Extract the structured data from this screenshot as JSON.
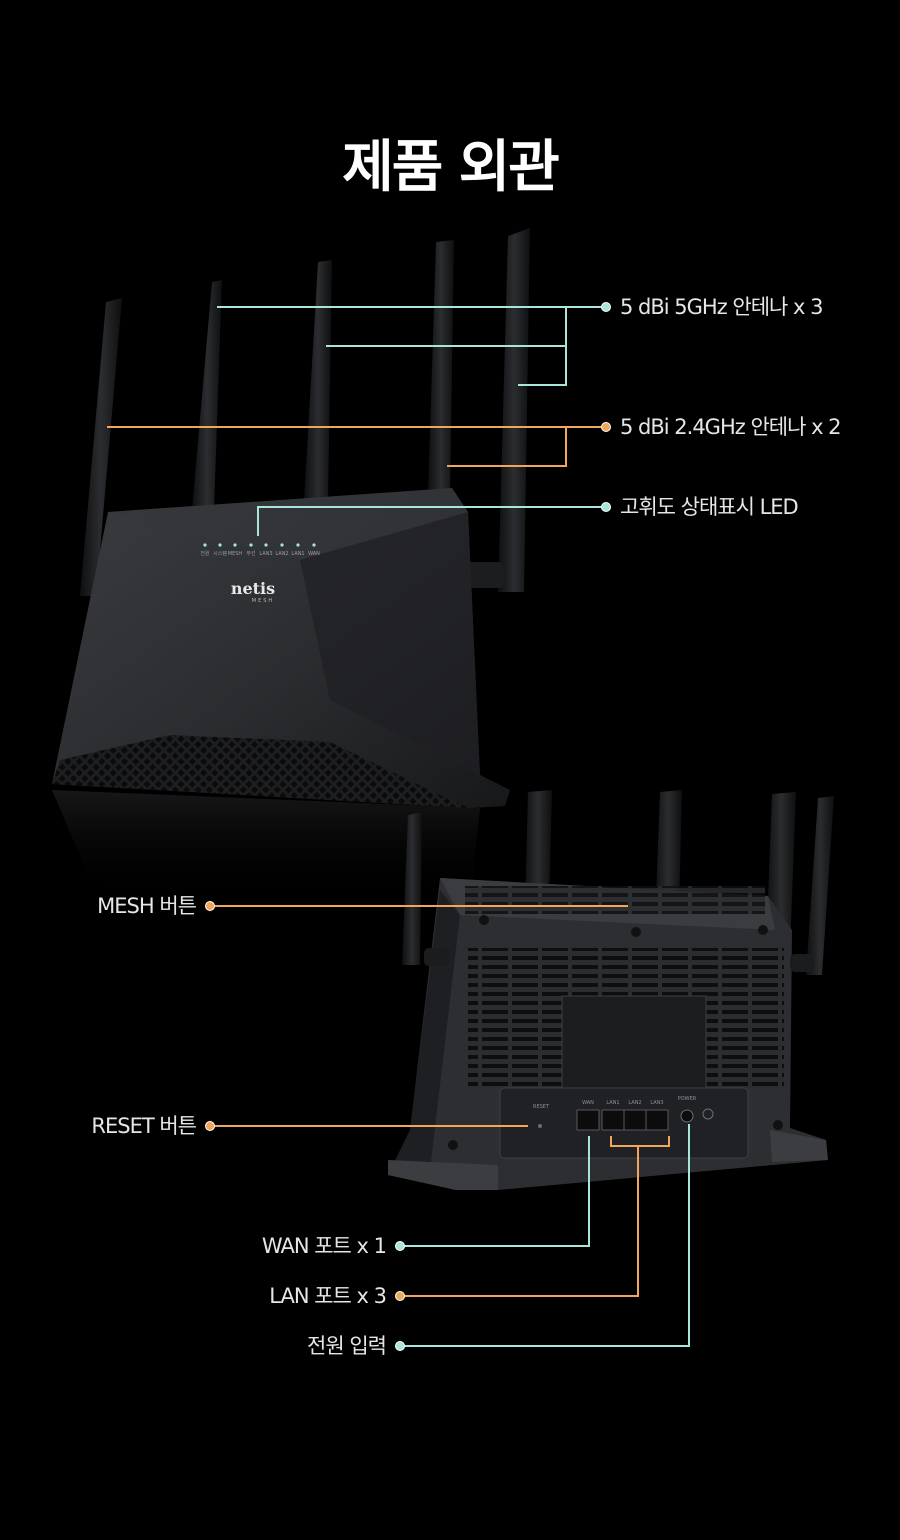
{
  "page_title": "제품 외관",
  "colors": {
    "background": "#000000",
    "callout_mint": "#a8e6dc",
    "callout_orange": "#f2a65a",
    "router_body": "#2a2c2f"
  },
  "front_router": {
    "led_labels": [
      "전원",
      "시스템",
      "MESH",
      "무선",
      "LAN3",
      "LAN2",
      "LAN1",
      "WAN"
    ],
    "brand": "netis",
    "brand_sub": "MESH"
  },
  "back_router": {
    "port_labels": [
      "WAN",
      "LAN1",
      "LAN2",
      "LAN3"
    ],
    "power_label": "POWER",
    "reset_label": "RESET"
  },
  "callouts": {
    "antenna_5ghz": "5 dBi 5GHz 안테나 x 3",
    "antenna_24ghz": "5 dBi 2.4GHz 안테나 x 2",
    "status_led": "고휘도 상태표시 LED",
    "mesh_button": "MESH 버튼",
    "reset_button": "RESET 버튼",
    "wan_port": "WAN 포트 x 1",
    "lan_port": "LAN 포트 x 3",
    "power_input": "전원 입력"
  }
}
